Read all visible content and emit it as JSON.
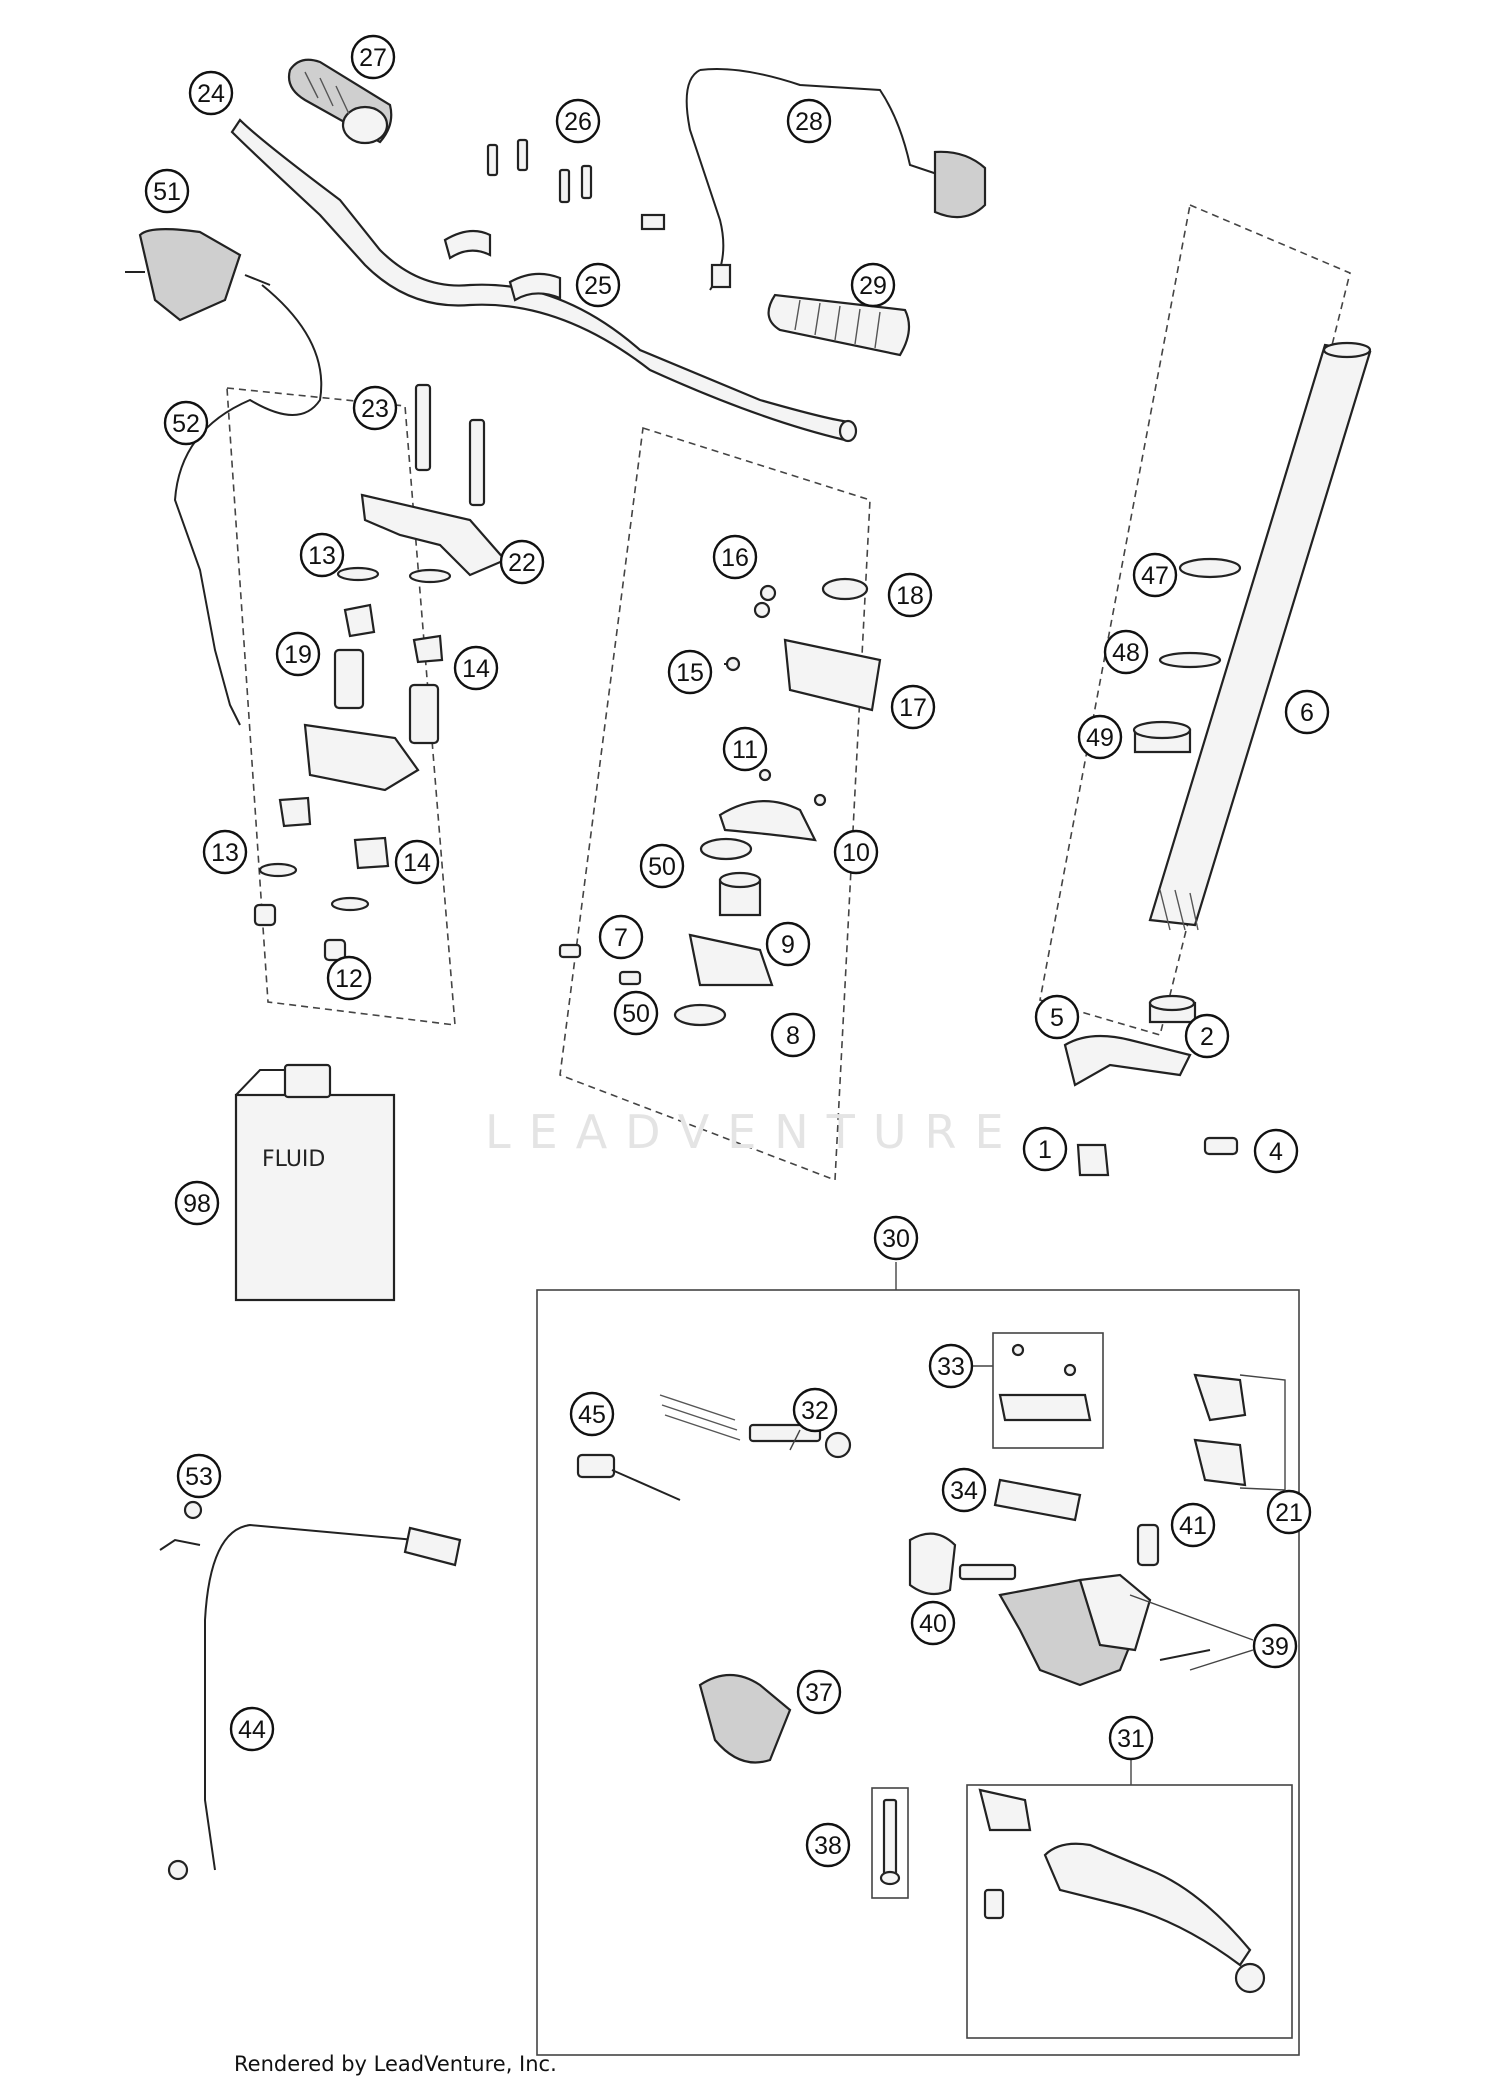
{
  "diagram": {
    "watermark": "LEADVENTURE",
    "fluid_label": "FLUID",
    "footer": "Rendered by LeadVenture, Inc.",
    "callouts": [
      "24",
      "27",
      "26",
      "28",
      "51",
      "25",
      "29",
      "52",
      "23",
      "22",
      "13",
      "19",
      "14",
      "18",
      "16",
      "15",
      "17",
      "11",
      "10",
      "50",
      "9",
      "7",
      "8",
      "12",
      "47",
      "48",
      "6",
      "49",
      "2",
      "5",
      "4",
      "1",
      "98",
      "30",
      "33",
      "21",
      "45",
      "32",
      "34",
      "41",
      "53",
      "40",
      "39",
      "37",
      "31",
      "44",
      "38"
    ]
  }
}
